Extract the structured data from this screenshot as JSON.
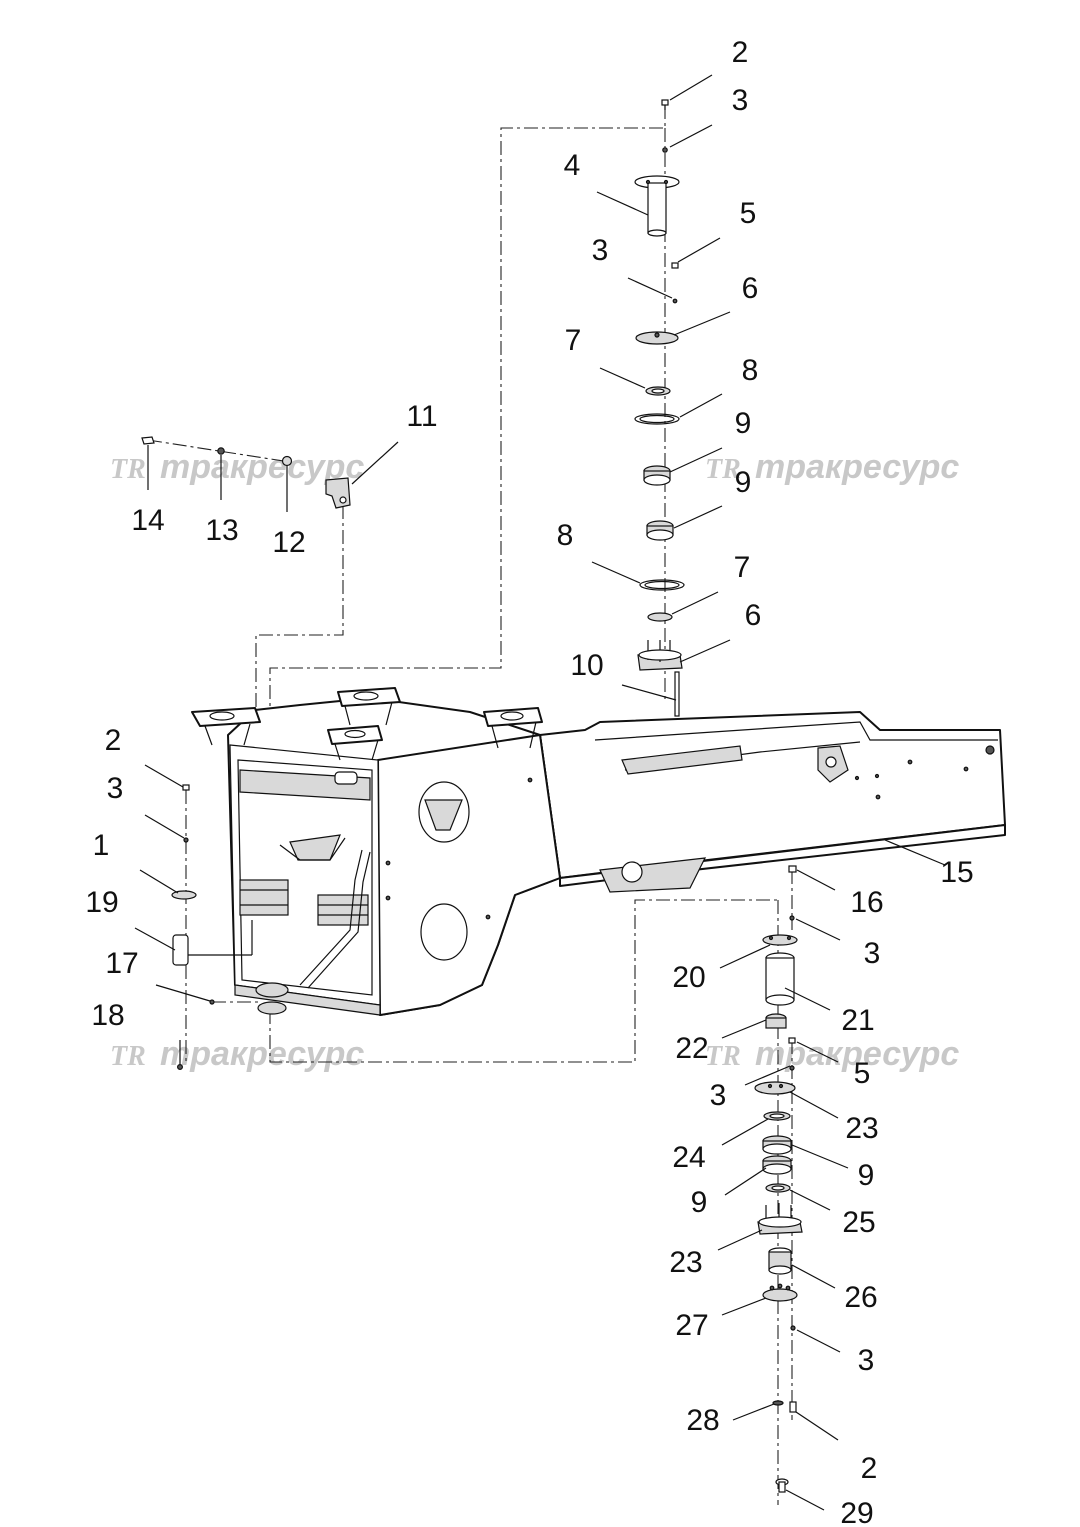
{
  "diagram": {
    "watermarks": [
      {
        "text": "тракресурс",
        "logo": "TR"
      },
      {
        "text": "тракресурс",
        "logo": "TR"
      },
      {
        "text": "тракресурс",
        "logo": "TR"
      },
      {
        "text": "тракресурс",
        "logo": "TR"
      }
    ],
    "callouts": [
      "2",
      "3",
      "4",
      "5",
      "3",
      "6",
      "7",
      "8",
      "9",
      "11",
      "9",
      "14",
      "13",
      "12",
      "8",
      "7",
      "6",
      "10",
      "2",
      "3",
      "1",
      "15",
      "19",
      "16",
      "3",
      "20",
      "17",
      "21",
      "18",
      "22",
      "5",
      "3",
      "23",
      "24",
      "9",
      "9",
      "25",
      "23",
      "26",
      "27",
      "3",
      "28",
      "2",
      "29"
    ]
  }
}
